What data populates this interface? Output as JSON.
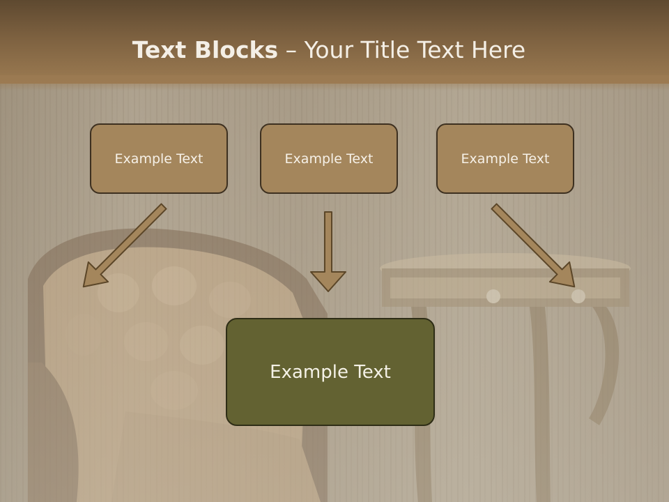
{
  "slide": {
    "title_bold": "Text Blocks",
    "title_sep": "–",
    "title_rest": "Your Title Text Here"
  },
  "boxes": {
    "left": "Example Text",
    "center": "Example Text",
    "right": "Example Text",
    "bottom": "Example Text"
  },
  "colors": {
    "title_band": "#7d6140",
    "box_fill": "#a4865c",
    "box_border": "#3d3020",
    "bottom_fill": "#636232",
    "arrow_fill": "#a4865c",
    "arrow_stroke": "#5b4628"
  }
}
